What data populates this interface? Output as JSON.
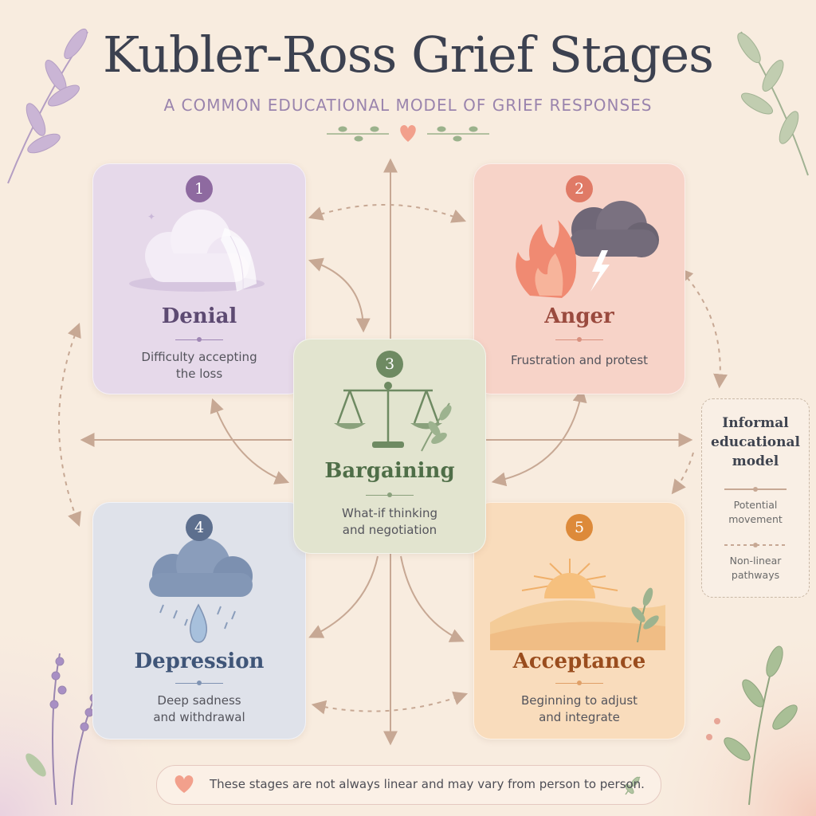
{
  "header": {
    "title": "Kubler-Ross Grief Stages",
    "subtitle": "A COMMON EDUCATIONAL MODEL OF GRIEF RESPONSES"
  },
  "stages": [
    {
      "number": "1",
      "name": "Denial",
      "description": "Difficulty accepting\nthe loss",
      "color": "#8e6aa0"
    },
    {
      "number": "2",
      "name": "Anger",
      "description": "Frustration and protest",
      "color": "#e07a66"
    },
    {
      "number": "3",
      "name": "Bargaining",
      "description": "What-if thinking\nand negotiation",
      "color": "#6e8a62"
    },
    {
      "number": "4",
      "name": "Depression",
      "description": "Deep sadness\nand withdrawal",
      "color": "#5d6f8e"
    },
    {
      "number": "5",
      "name": "Acceptance",
      "description": "Beginning to adjust\nand integrate",
      "color": "#dd8a3a"
    }
  ],
  "legend": {
    "title": "Informal\neducational\nmodel",
    "solid_label": "Potential\nmovement",
    "dashed_label": "Non-linear\npathways"
  },
  "note": {
    "text": "These stages are not always linear and may vary from person to person."
  },
  "colors": {
    "background": "#f8ecdf",
    "arrow": "#c7a894",
    "title": "#3c4150",
    "subtitle": "#9a84ad"
  }
}
